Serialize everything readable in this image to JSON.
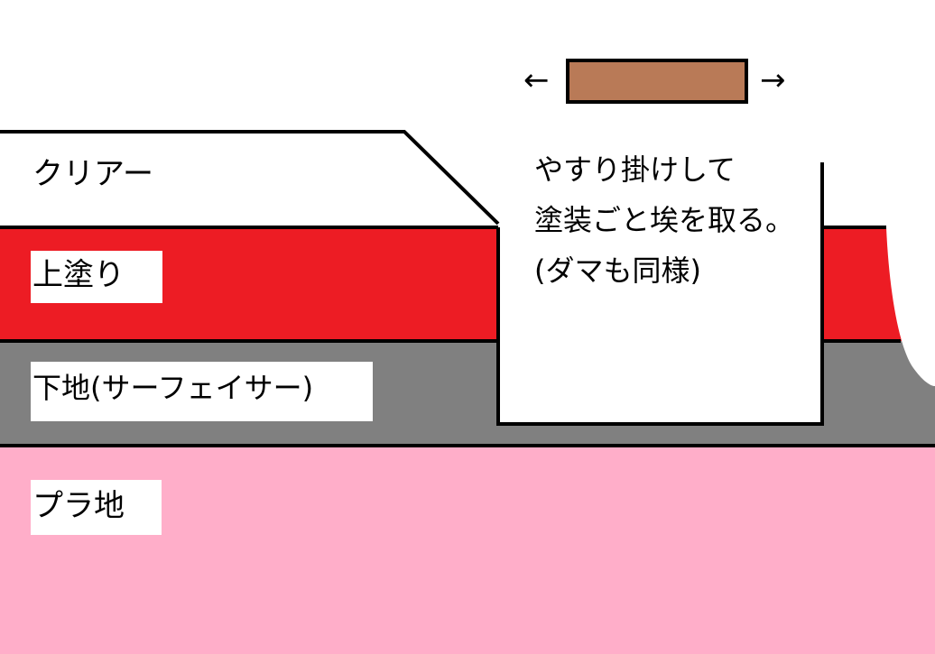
{
  "layers": {
    "clear": {
      "label": "クリアー",
      "color": "#ffffff"
    },
    "topcoat": {
      "label": "上塗り",
      "color": "#ed1c24"
    },
    "primer": {
      "label": "下地(サーフェイサー)",
      "color": "#808080"
    },
    "plastic": {
      "label": "プラ地",
      "color": "#ffaec9"
    }
  },
  "sanding_block": {
    "color": "#b97a57"
  },
  "arrows": {
    "left": "←",
    "right": "→"
  },
  "note": {
    "line1": "やすり掛けして",
    "line2": "塗装ごと埃を取る。",
    "line3": "(ダマも同様)"
  }
}
